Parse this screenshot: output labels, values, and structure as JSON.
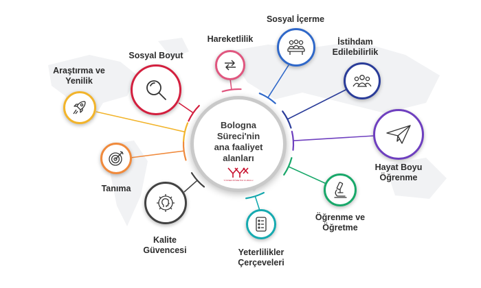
{
  "center": {
    "title": "Bologna\nSüreci'nin\nana faaliyet\nalanları",
    "logo_caption": "YÜKSEKÖĞRETİM KURULU"
  },
  "nodes": [
    {
      "id": "hareketlilik",
      "label": "Hareketlilik",
      "color": "#e0567f",
      "icon": "arrows-icon"
    },
    {
      "id": "sosyal-icerme",
      "label": "Sosyal İçerme",
      "color": "#2f68c9",
      "icon": "meeting-icon"
    },
    {
      "id": "istihdam",
      "label": "İstihdam\nEdilebilirlik",
      "color": "#2a3c99",
      "icon": "team-icon"
    },
    {
      "id": "hayat-boyu",
      "label": "Hayat Boyu\nÖğrenme",
      "color": "#6e3fbf",
      "icon": "paper-plane-icon"
    },
    {
      "id": "ogrenme-ogretme",
      "label": "Öğrenme ve\nÖğretme",
      "color": "#19a86a",
      "icon": "microscope-icon"
    },
    {
      "id": "yeterlilikler",
      "label": "Yeterlilikler\nÇerçeveleri",
      "color": "#15aab0",
      "icon": "document-icon"
    },
    {
      "id": "kalite",
      "label": "Kalite\nGüvencesi",
      "color": "#424242",
      "icon": "gear-head-icon"
    },
    {
      "id": "tanima",
      "label": "Tanıma",
      "color": "#f08a3c",
      "icon": "target-icon"
    },
    {
      "id": "arastirma",
      "label": "Araştırma ve\nYenilik",
      "color": "#f2b42b",
      "icon": "rocket-icon"
    },
    {
      "id": "sosyal-boyut",
      "label": "Sosyal Boyut",
      "color": "#d31f3e",
      "icon": "magnifier-icon"
    }
  ]
}
